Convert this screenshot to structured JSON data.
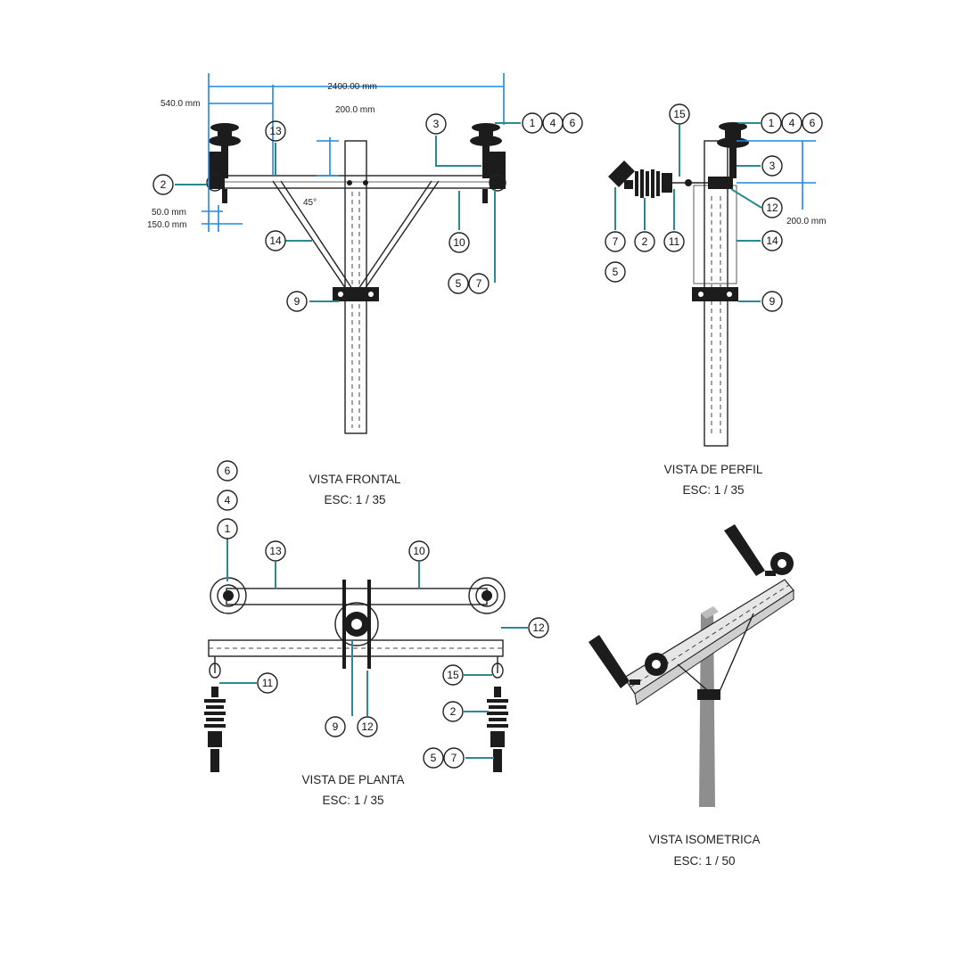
{
  "views": {
    "front": {
      "title": "VISTA FRONTAL",
      "scale": "ESC: 1 / 35"
    },
    "profile": {
      "title": "VISTA DE PERFIL",
      "scale": "ESC: 1 / 35"
    },
    "plan": {
      "title": "VISTA DE PLANTA",
      "scale": "ESC: 1 / 35"
    },
    "iso": {
      "title": "VISTA ISOMETRICA",
      "scale": "ESC: 1 / 50"
    }
  },
  "dimensions": {
    "overall_width": "2400.00 mm",
    "edge_offset": "540.0 mm",
    "insulator_height": "200.0 mm",
    "small_a": "50.0 mm",
    "small_b": "150.0 mm",
    "angle": "45°",
    "profile_height": "200.0 mm"
  },
  "callouts": {
    "front": [
      "2",
      "13",
      "3",
      "1",
      "4",
      "6",
      "14",
      "10",
      "9",
      "5",
      "7"
    ],
    "profile": [
      "15",
      "1",
      "4",
      "6",
      "3",
      "12",
      "7",
      "5",
      "2",
      "11",
      "14",
      "9"
    ],
    "plan": [
      "6",
      "4",
      "1",
      "13",
      "10",
      "12",
      "11",
      "15",
      "2",
      "9",
      "12",
      "5",
      "7"
    ]
  },
  "colors": {
    "dimension": "#1e88e5",
    "leader": "#2a8a91",
    "line": "#222222"
  }
}
